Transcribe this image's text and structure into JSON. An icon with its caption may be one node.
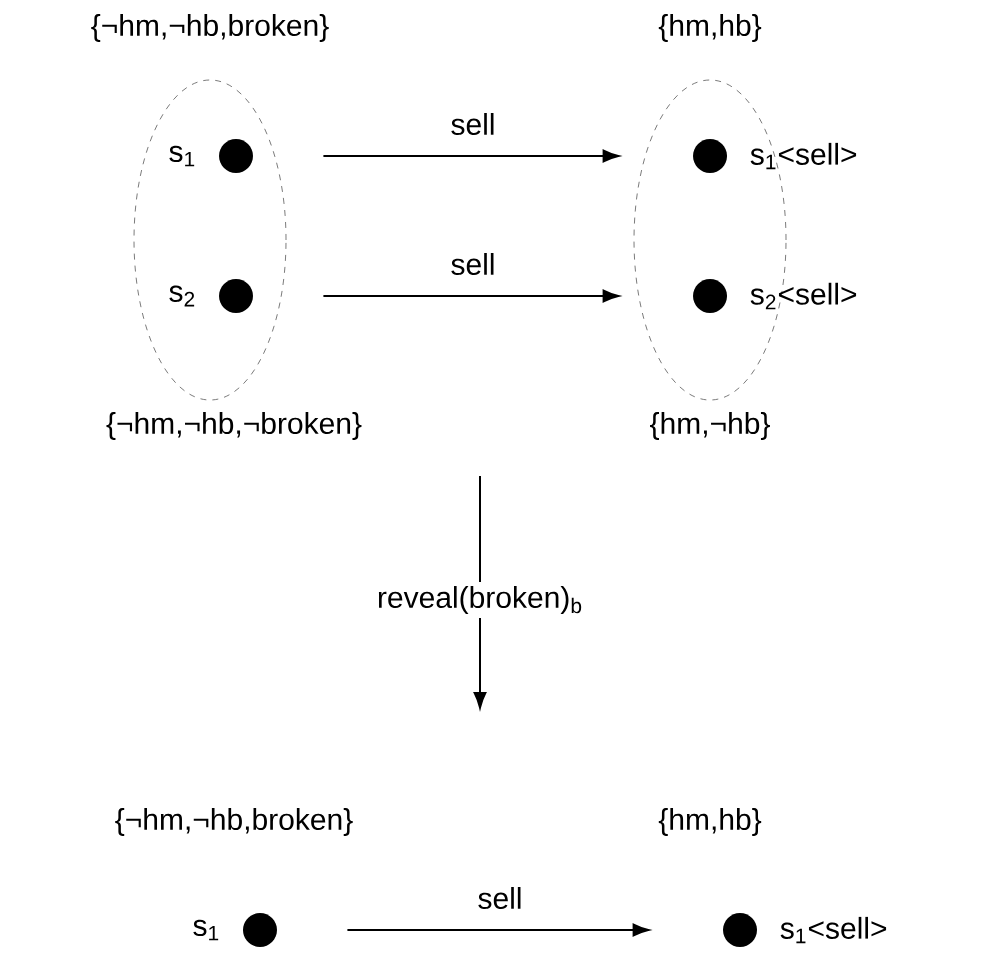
{
  "diagram": {
    "nodes": [
      {
        "text": [],
        "shape": "ellipse"
      },
      {
        "text": [],
        "shape": "circle",
        "in": 0,
        "beside": [
          "s$_{1}$"
        ]
      },
      {
        "text": [],
        "shape": "circle",
        "in": 0,
        "beside": [
          "s$_{2}$"
        ]
      },
      {
        "text": [],
        "shape": "ellipse"
      },
      {
        "text": [],
        "shape": "circle",
        "in": 3,
        "beside": [
          "s$_{1}$<sell>"
        ]
      },
      {
        "text": [],
        "shape": "circle",
        "in": 3,
        "beside": [
          "s$_{2}$<sell>"
        ]
      },
      {
        "text": [],
        "shape": "circle",
        "beside": [
          "s$_{1}$"
        ]
      },
      {
        "text": [],
        "shape": "circle",
        "beside": [
          "s$_{1}$<sell>"
        ]
      }
    ],
    "edges": [
      {
        "from": 1,
        "to": 4,
        "arrow": "to",
        "label": "sell"
      },
      {
        "from": 2,
        "to": 5,
        "arrow": "to",
        "label": "sell"
      },
      {
        "from": 6,
        "to": 7,
        "arrow": "to",
        "label": "sell"
      }
    ],
    "labels": [
      "{¬hm,¬hb,broken}",
      "{hm,hb}",
      "{¬hm,¬hb,¬broken}",
      "{hm,¬hb}",
      "reveal(broken)$_{b}$",
      "{¬hm,¬hb,broken}",
      "{hm,hb}"
    ]
  }
}
